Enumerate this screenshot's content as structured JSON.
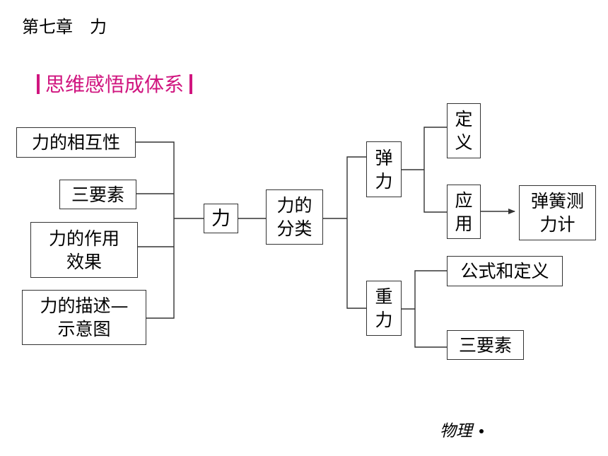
{
  "chapter_title": "第七章　力",
  "section_title": "思维感悟成体系",
  "colors": {
    "accent": "#d0157f",
    "line": "#333333"
  },
  "diagram": {
    "left_nodes": {
      "interaction": "力的相互性",
      "three_elements": "三要素",
      "effect": "力的作用\n效果",
      "description": "力的描述—\n示意图"
    },
    "center": "力",
    "classification": "力的\n分类",
    "elastic": {
      "label": "弹\n力",
      "definition": "定\n义",
      "application": "应\n用",
      "measure": "弹簧测\n力计"
    },
    "gravity": {
      "label": "重\n力",
      "formula_definition": "公式和定义",
      "three_elements": "三要素"
    }
  },
  "footer": {
    "subject": "物理"
  }
}
